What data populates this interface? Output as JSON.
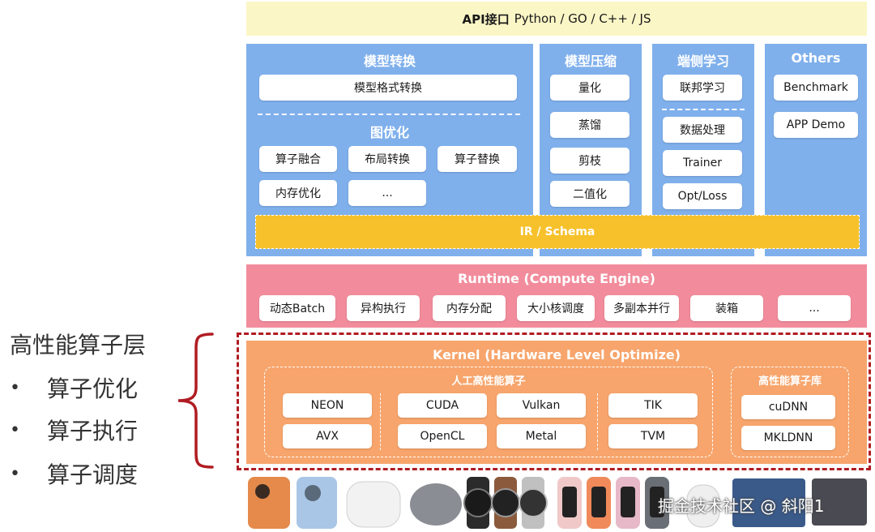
{
  "api": {
    "bold": "API接口",
    "langs": "Python / GO / C++ / JS"
  },
  "model_convert": {
    "title": "模型转换",
    "format_convert": "模型格式转换",
    "graph_opt_title": "图优化",
    "items": [
      "算子融合",
      "布局转换",
      "算子替换",
      "内存优化",
      "..."
    ]
  },
  "model_compress": {
    "title": "模型压缩",
    "items": [
      "量化",
      "蒸馏",
      "剪枝",
      "二值化"
    ]
  },
  "edge_learning": {
    "title": "端侧学习",
    "items": [
      "联邦学习",
      "数据处理",
      "Trainer",
      "Opt/Loss"
    ]
  },
  "others": {
    "title": "Others",
    "items": [
      "Benchmark",
      "APP Demo"
    ]
  },
  "ir": {
    "label": "IR / Schema"
  },
  "runtime": {
    "title": "Runtime (Compute Engine)",
    "items": [
      "动态Batch",
      "异构执行",
      "内存分配",
      "大小核调度",
      "多副本并行",
      "装箱",
      "..."
    ]
  },
  "kernel": {
    "title": "Kernel (Hardware Level Optimize)",
    "manual_title": "人工高性能算子",
    "manual_items": [
      "NEON",
      "AVX",
      "CUDA",
      "OpenCL",
      "Vulkan",
      "Metal",
      "TIK",
      "TVM"
    ],
    "lib_title": "高性能算子库",
    "lib_items": [
      "cuDNN",
      "MKLDNN"
    ]
  },
  "side": {
    "title": "高性能算子层",
    "bullets": [
      "算子优化",
      "算子执行",
      "算子调度"
    ],
    "bullet_char": "•"
  },
  "watermark": "掘金技术社区 @ 斜阳1",
  "colors": {
    "api_bg": "#fbf6c6",
    "blue": "#7fb0ec",
    "ir": "#f6c12b",
    "runtime": "#f28c9c",
    "kernel": "#f7a56c",
    "frame": "#b01c22"
  }
}
